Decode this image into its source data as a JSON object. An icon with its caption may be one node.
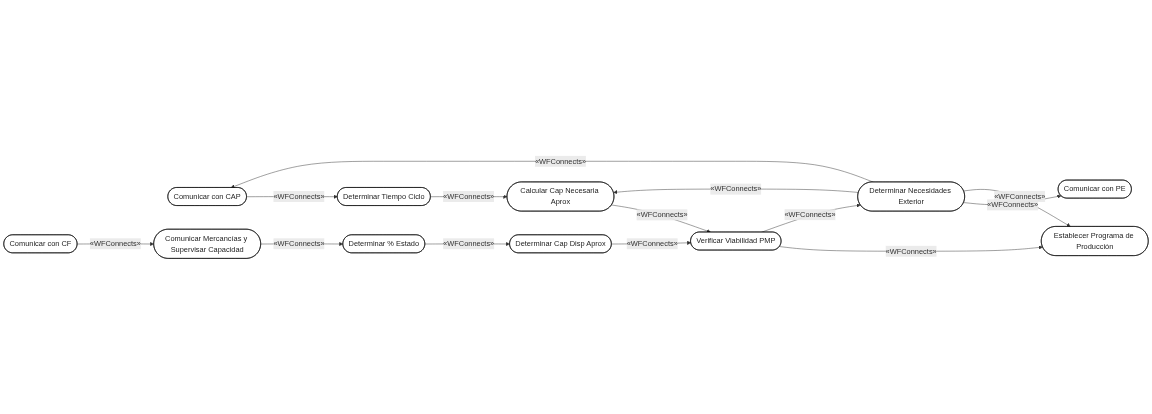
{
  "diagram": {
    "nodes": [
      {
        "text": [
          "Comunicar con CAP"
        ]
      },
      {
        "text": [
          "Determinar Tiempo Ciclo"
        ]
      },
      {
        "text": [
          "Determinar % Estado"
        ]
      },
      {
        "text": [
          "Comunicar Mercancías y Supervisar Capacidad"
        ]
      },
      {
        "text": [
          "Calcular Cap Necesaria Aprox"
        ]
      },
      {
        "text": [
          "Determinar Cap Disp Aprox"
        ]
      },
      {
        "text": [
          "Comunicar con CF"
        ]
      },
      {
        "text": [
          "Verificar Viabilidad PMP"
        ]
      },
      {
        "text": [
          "Establecer Programa de Producción"
        ]
      },
      {
        "text": [
          "Comunicar con PE"
        ]
      },
      {
        "text": [
          "Determinar Necesidades Exterior"
        ]
      }
    ],
    "edges": [
      {
        "from": 0,
        "to": 1,
        "arrow": "to",
        "label": "«WFConnects»"
      },
      {
        "from": 1,
        "to": 4,
        "arrow": "to",
        "label": "«WFConnects»"
      },
      {
        "from": 3,
        "to": 2,
        "arrow": "to",
        "label": "«WFConnects»"
      },
      {
        "from": 2,
        "to": 5,
        "arrow": "to",
        "label": "«WFConnects»"
      },
      {
        "from": 6,
        "to": 3,
        "arrow": "to",
        "label": "«WFConnects»"
      },
      {
        "from": 4,
        "to": 7,
        "arrow": "to",
        "label": "«WFConnects»"
      },
      {
        "from": 5,
        "to": 7,
        "arrow": "to",
        "label": "«WFConnects»"
      },
      {
        "from": 7,
        "to": 8,
        "arrow": "to",
        "label": "«WFConnects»"
      },
      {
        "from": 7,
        "to": 10,
        "arrow": "to",
        "label": "«WFConnects»"
      },
      {
        "from": 10,
        "to": 9,
        "arrow": "to",
        "label": "«WFConnects»"
      },
      {
        "from": 10,
        "to": 8,
        "arrow": "to",
        "label": "«WFConnects»"
      },
      {
        "from": 10,
        "to": 4,
        "arrow": "to",
        "label": "«WFConnects»"
      },
      {
        "from": 10,
        "to": 0,
        "arrow": "to",
        "label": "«WFConnects»"
      }
    ]
  }
}
